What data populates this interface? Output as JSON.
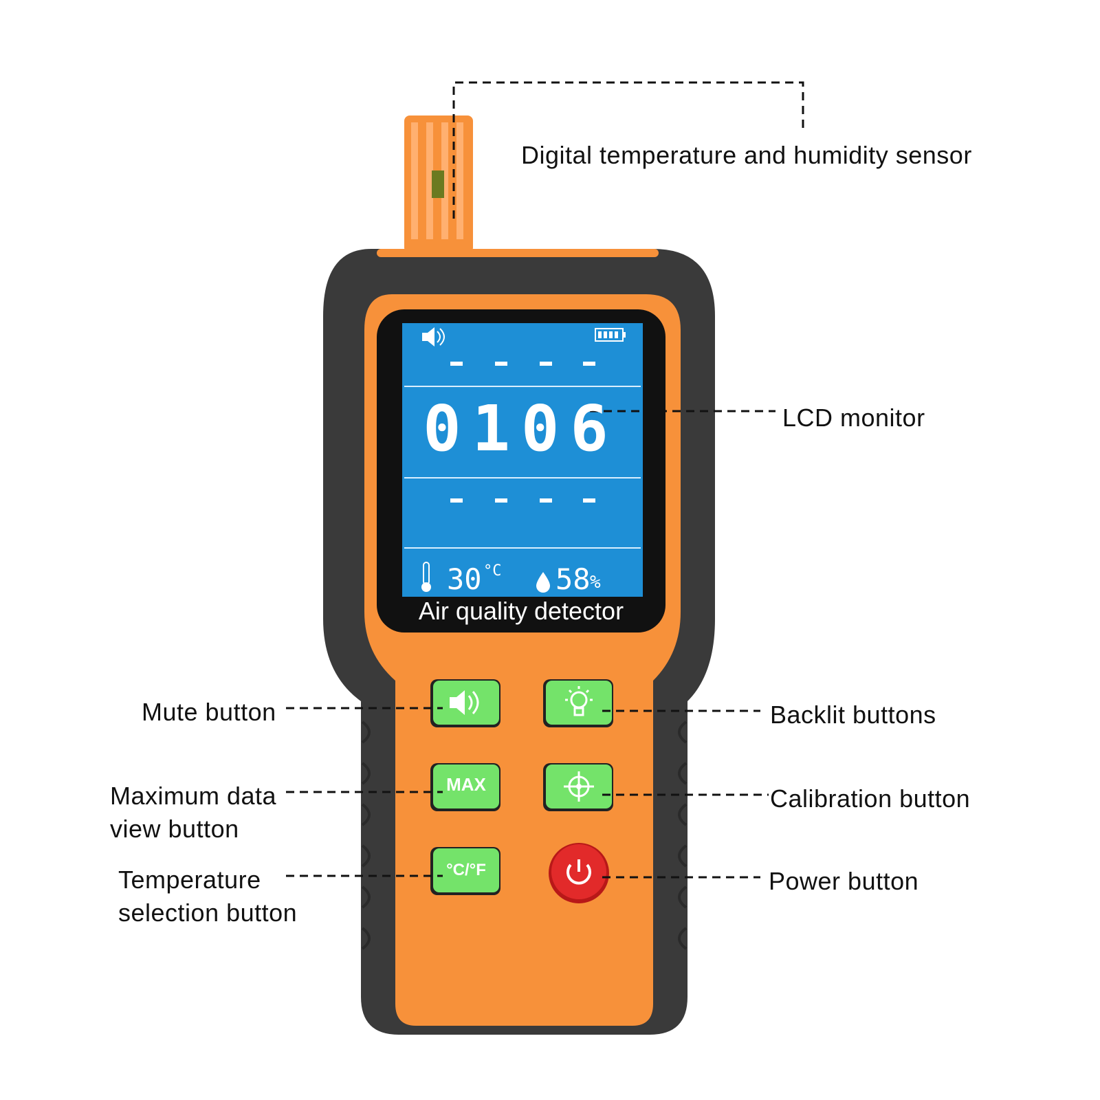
{
  "device": {
    "model_label": "Air quality detector",
    "colors": {
      "body": "#f7913a",
      "grip": "#3a3a3a",
      "lcd": "#1e8fd6",
      "button_green": "#74e36a",
      "power_red": "#e22a2a",
      "sensor": "#f7913a"
    },
    "lcd": {
      "icons": [
        "speaker-icon",
        "battery-icon",
        "thermometer-icon",
        "water-drop-icon"
      ],
      "top_row": "- - - -",
      "main_reading": "0106",
      "bottom_row": "- - - -",
      "temperature": "30",
      "temperature_unit": "°C",
      "humidity": "58",
      "humidity_unit": "%"
    },
    "buttons": {
      "max_label": "MAX",
      "temp_unit_label": "°C/°F"
    }
  },
  "callouts": {
    "sensor": "Digital temperature and humidity sensor",
    "lcd": "LCD monitor",
    "mute": "Mute button",
    "backlit": "Backlit buttons",
    "max_line1": "Maximum data",
    "max_line2": "view button",
    "calibration": "Calibration button",
    "temp_line1": "Temperature",
    "temp_line2": "selection button",
    "power": "Power button"
  }
}
